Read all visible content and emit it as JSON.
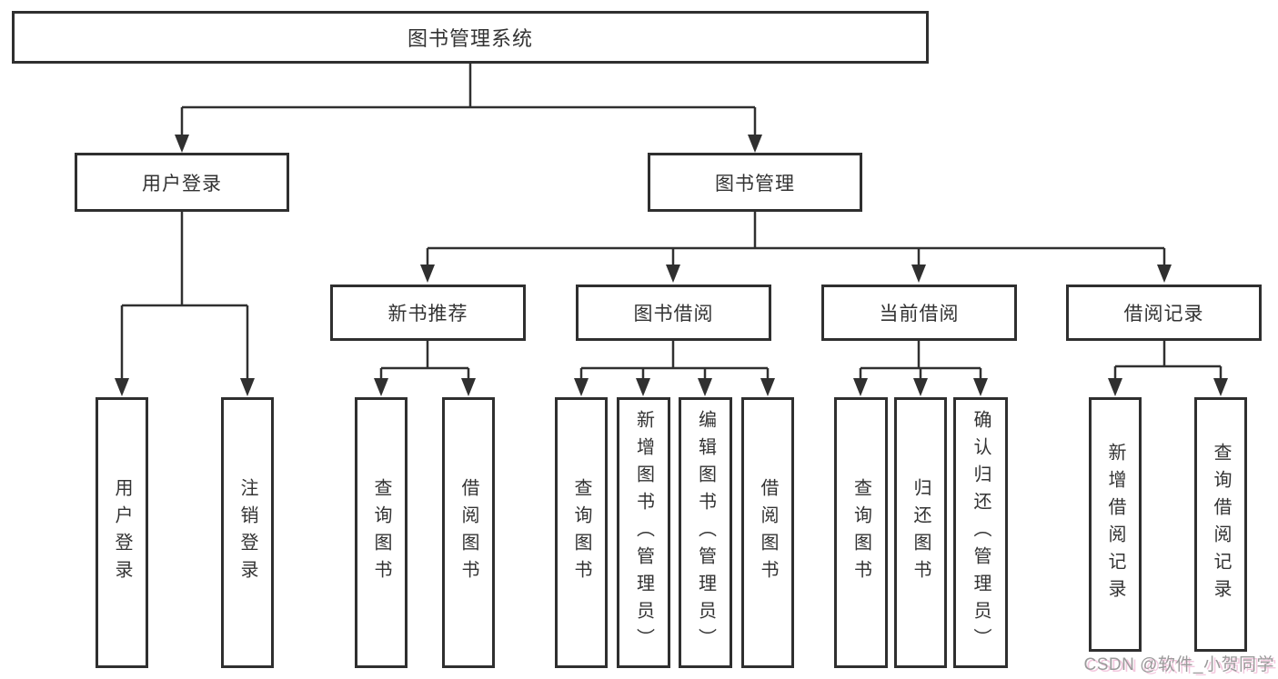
{
  "diagram": {
    "root": "图书管理系统",
    "level2": [
      "用户登录",
      "图书管理"
    ],
    "level3": [
      "新书推荐",
      "图书借阅",
      "当前借阅",
      "借阅记录"
    ],
    "leaves": {
      "login": [
        "用户登录",
        "注销登录"
      ],
      "recommend": [
        "查询图书",
        "借阅图书"
      ],
      "borrow": [
        "查询图书",
        "新增图书（管理员）",
        "编辑图书（管理员）",
        "借阅图书"
      ],
      "current": [
        "查询图书",
        "归还图书",
        "确认归还（管理员）"
      ],
      "records": [
        "新增借阅记录",
        "查询借阅记录"
      ]
    }
  },
  "watermark": {
    "text": "CSDN @软件_小贺同学"
  },
  "colors": {
    "line": "#303030",
    "box_border": "#2f2f2f",
    "box_bg": "#ffffff",
    "text": "#333333",
    "watermark_text": "#9b9b9b",
    "watermark_shadow": "#f3c9df",
    "background": "#ffffff"
  }
}
